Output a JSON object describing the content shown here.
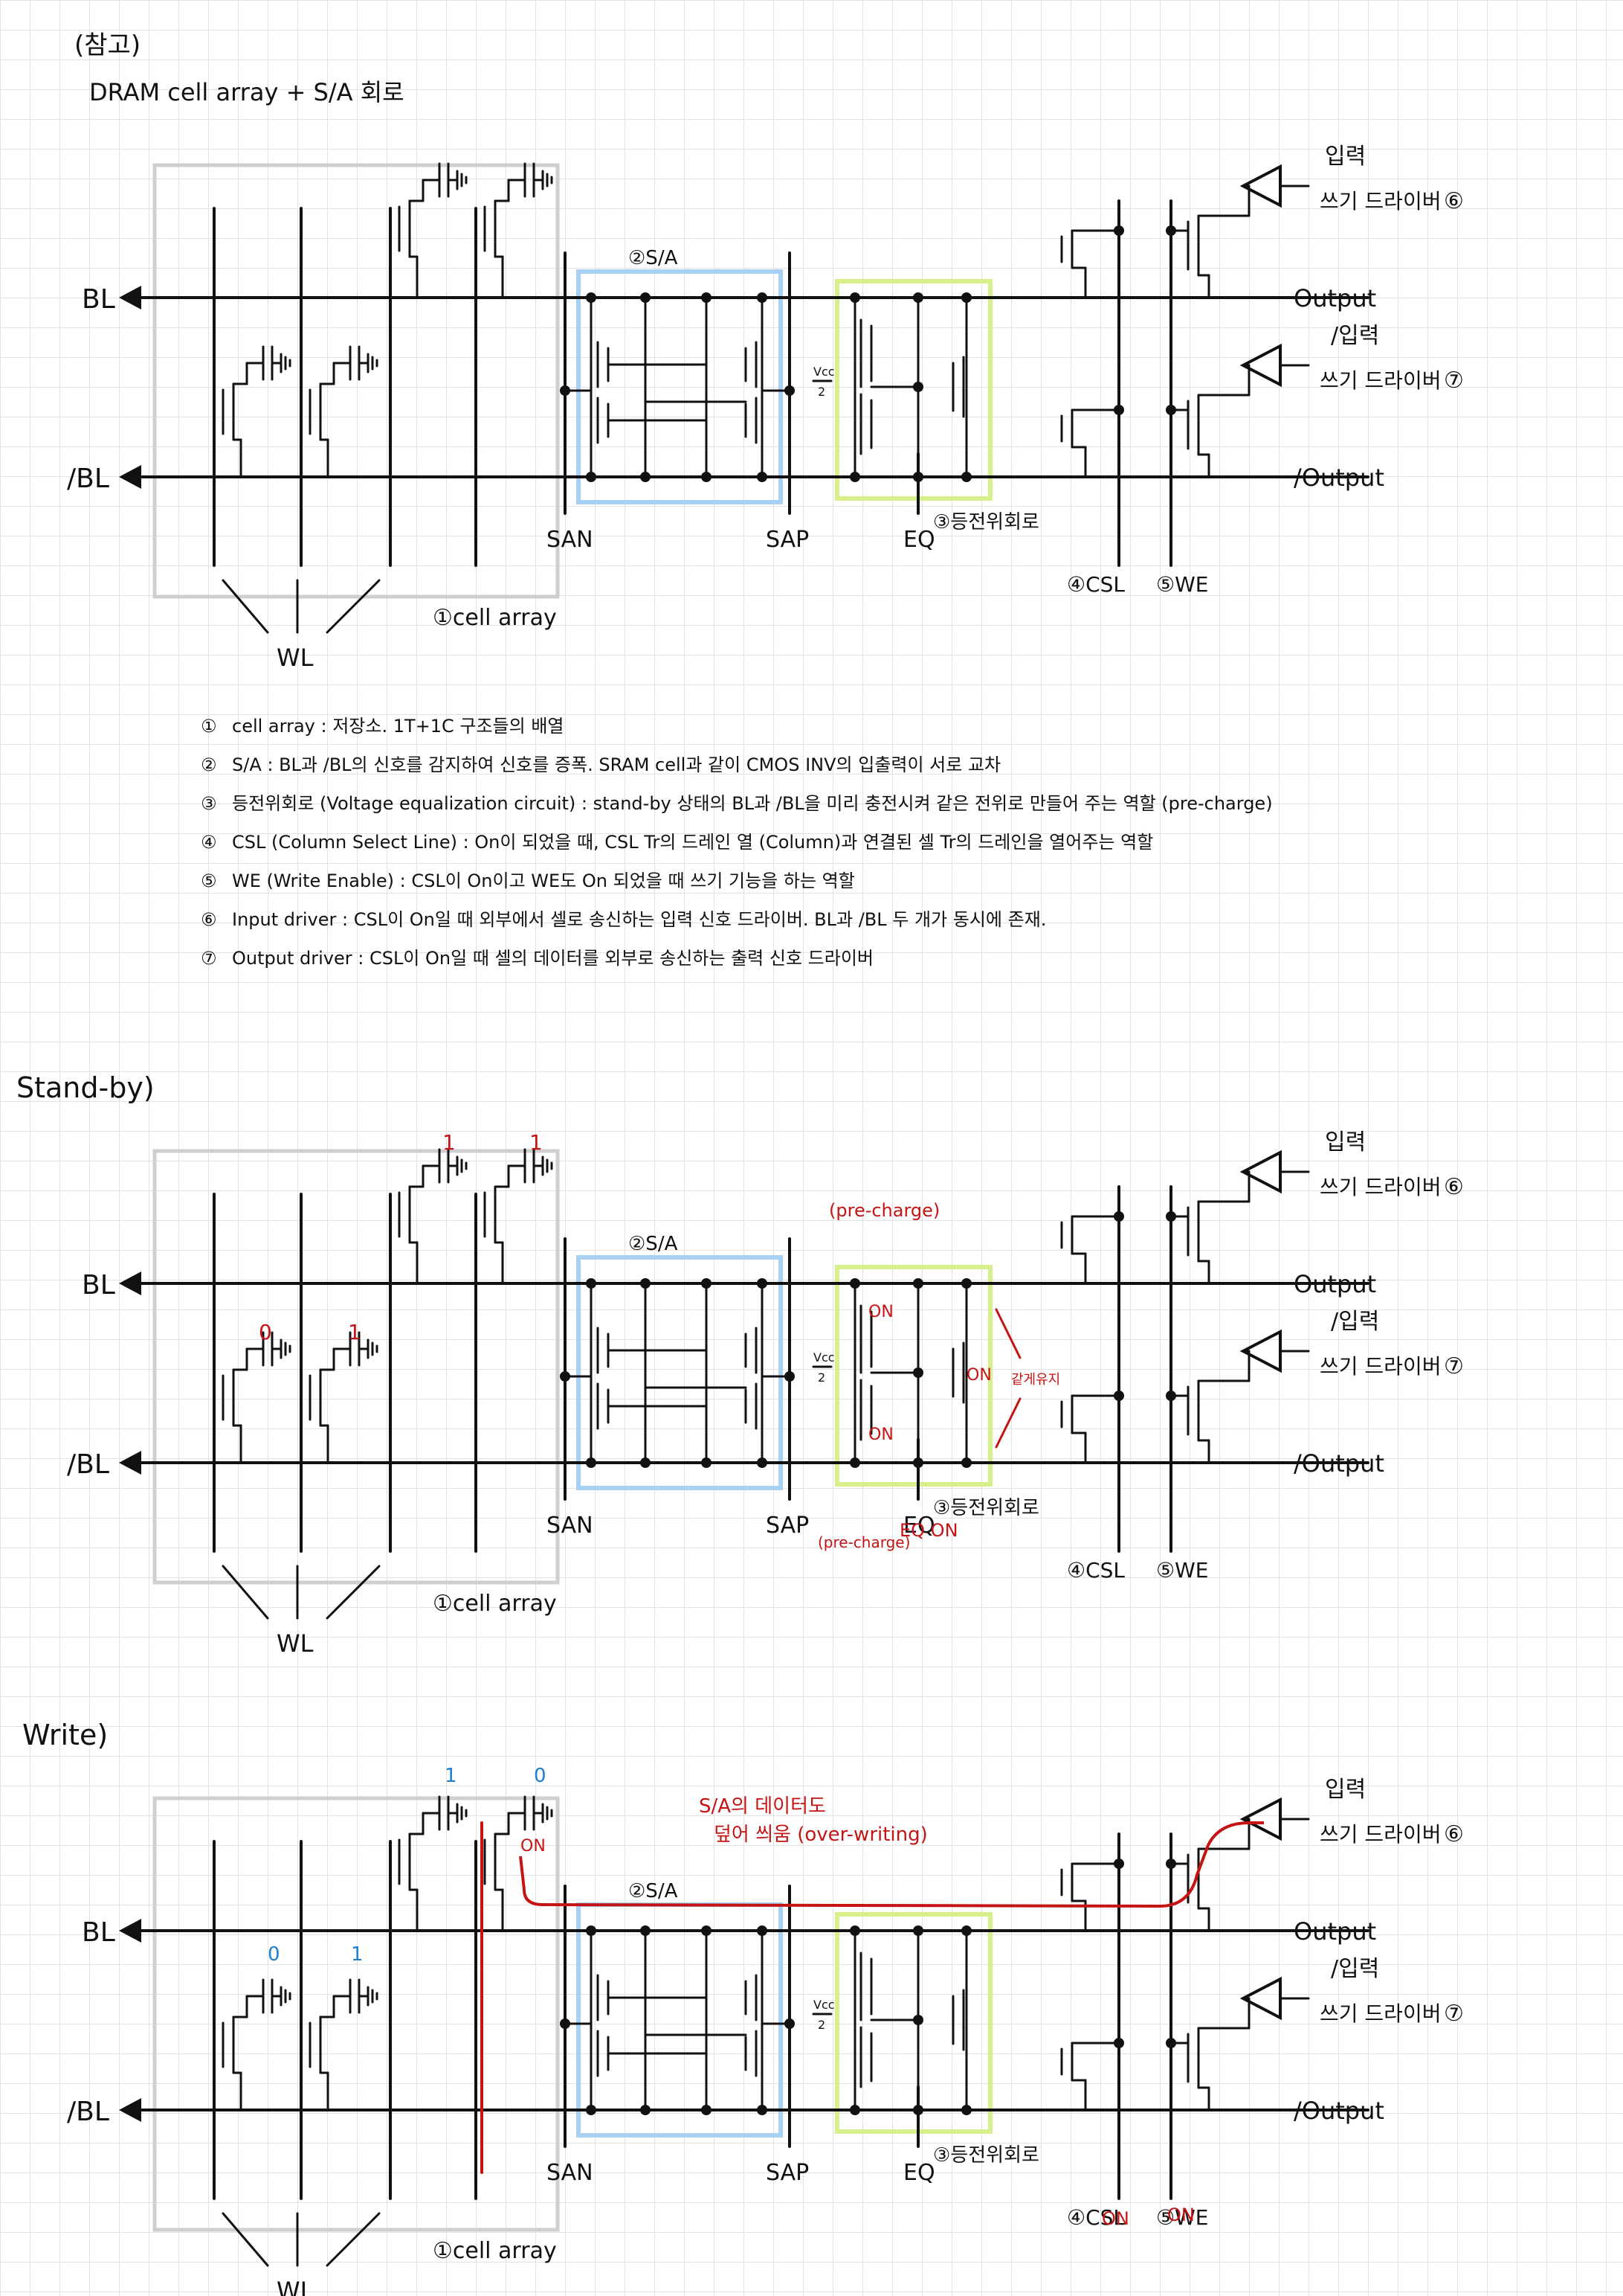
{
  "header": {
    "ref": "(참고)",
    "title": "DRAM cell array + S/A 회로"
  },
  "labels": {
    "bl": "BL",
    "blb": "/BL",
    "wl": "WL",
    "cell_array": "①cell array",
    "sa": "②S/A",
    "san": "SAN",
    "sap": "SAP",
    "eq": "EQ",
    "eq_circuit": "③등전위회로",
    "vcc": "Vcc",
    "two": "2",
    "csl": "④CSL",
    "we": "⑤WE",
    "input": "입력",
    "write_driver": "쓰기 드라이버",
    "num6": "⑥",
    "output": "Output",
    "input_b": "/입력",
    "output_b": "/Output",
    "num7": "⑦"
  },
  "notes": [
    {
      "num": "①",
      "text": "cell array : 저장소. 1T+1C 구조들의 배열"
    },
    {
      "num": "②",
      "text": "S/A : BL과 /BL의 신호를 감지하여 신호를 증폭. SRAM cell과 같이 CMOS INV의 입출력이 서로 교차"
    },
    {
      "num": "③",
      "text": "등전위회로 (Voltage equalization circuit) : stand-by 상태의 BL과 /BL을 미리 충전시켜 같은 전위로 만들어 주는 역할 (pre-charge)"
    },
    {
      "num": "④",
      "text": "CSL (Column Select Line) : On이 되었을 때, CSL Tr의 드레인 열 (Column)과 연결된 셀 Tr의 드레인을 열어주는 역할"
    },
    {
      "num": "⑤",
      "text": "WE (Write Enable) : CSL이 On이고 WE도 On 되었을 때 쓰기 기능을 하는 역할"
    },
    {
      "num": "⑥",
      "text": "Input driver : CSL이 On일 때 외부에서 셀로 송신하는 입력 신호 드라이버. BL과 /BL 두 개가 동시에 존재."
    },
    {
      "num": "⑦",
      "text": "Output driver : CSL이 On일 때 셀의 데이터를 외부로 송신하는 출력 신호 드라이버"
    }
  ],
  "standby": {
    "title": "Stand-by)",
    "bits": [
      "1",
      "1",
      "0",
      "1"
    ],
    "precharge_top": "(pre-charge)",
    "on": "ON",
    "same_hold": "같게유지",
    "precharge_bot": "(pre-charge)",
    "eq_on": "EQ ON"
  },
  "write": {
    "title": "Write)",
    "bits": [
      "1",
      "0",
      "0",
      "1"
    ],
    "cell_on": "ON",
    "annotation_1": "S/A의 데이터도",
    "annotation_2": "덮어 씌움 (over-writing)",
    "csl_on": "ON",
    "we_on": "ON"
  },
  "colors": {
    "sa_box": "#a8d0f2",
    "eq_box": "#d8f08a",
    "cell_box": "#cfcfcf",
    "red": "#c41414",
    "blue": "#1f7fd1"
  }
}
